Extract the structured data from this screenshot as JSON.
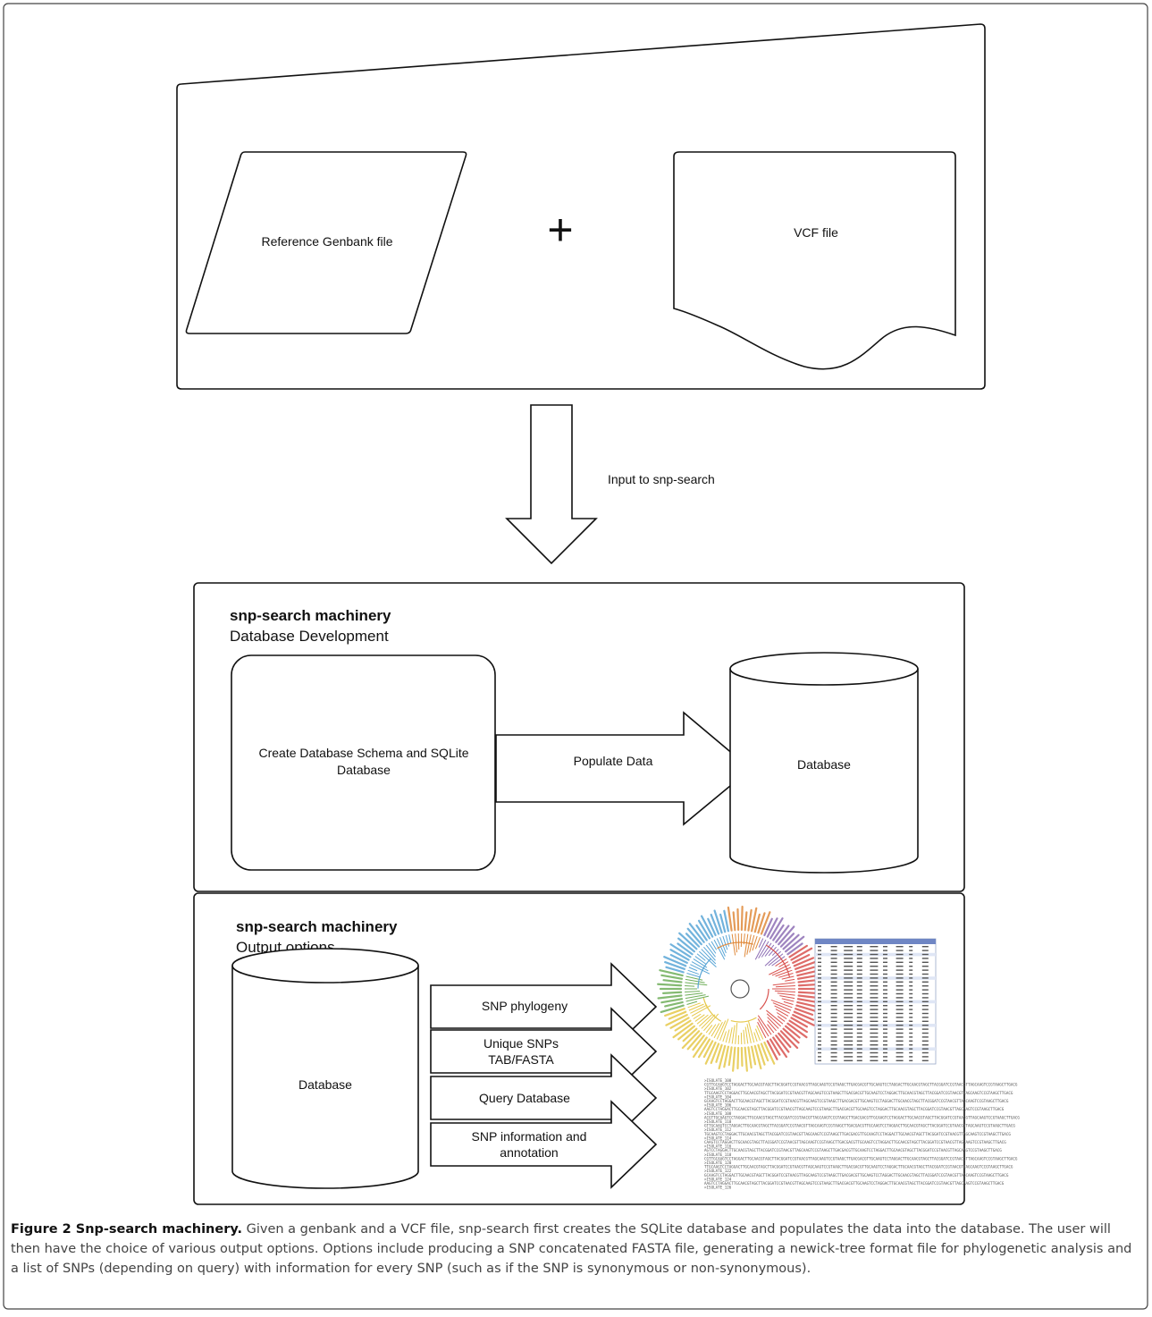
{
  "input_panel": {
    "genbank_label": "Reference Genbank file",
    "plus_sign": "+",
    "vcf_label": "VCF file"
  },
  "arrow_label": "Input to snp-search",
  "dev_panel": {
    "title": "snp-search machinery",
    "subtitle": "Database Development",
    "schema_line1": "Create Database Schema and SQLite",
    "schema_line2": "Database",
    "populate_label": "Populate Data",
    "database_label": "Database"
  },
  "output_panel": {
    "title": "snp-search machinery",
    "subtitle": "Output options",
    "database_label": "Database",
    "options": [
      {
        "line1": "SNP phylogeny",
        "line2": ""
      },
      {
        "line1": "Unique SNPs",
        "line2": "TAB/FASTA"
      },
      {
        "line1": "Query Database",
        "line2": ""
      },
      {
        "line1": "SNP information and",
        "line2": "annotation"
      }
    ]
  },
  "caption": {
    "label": "Figure 2 Snp-search machinery.",
    "text": " Given a genbank and a VCF file, snp-search first creates the SQLite database and populates the data into the database. The user will then have the choice of various output options. Options include producing a SNP concatenated FASTA file, generating a newick-tree format file for phylogenetic analysis and a list of SNPs (depending on query) with information for every SNP (such as if the SNP is synonymous or non-synonymous)."
  },
  "colors": {
    "stroke": "#111111",
    "caption_text": "#444444",
    "tree_red": "#d9534f",
    "tree_yellow": "#e6c84a",
    "tree_green": "#6fae5a",
    "tree_blue": "#5aa6d6",
    "tree_orange": "#e08a3c",
    "tree_purple": "#8e6fb5"
  }
}
